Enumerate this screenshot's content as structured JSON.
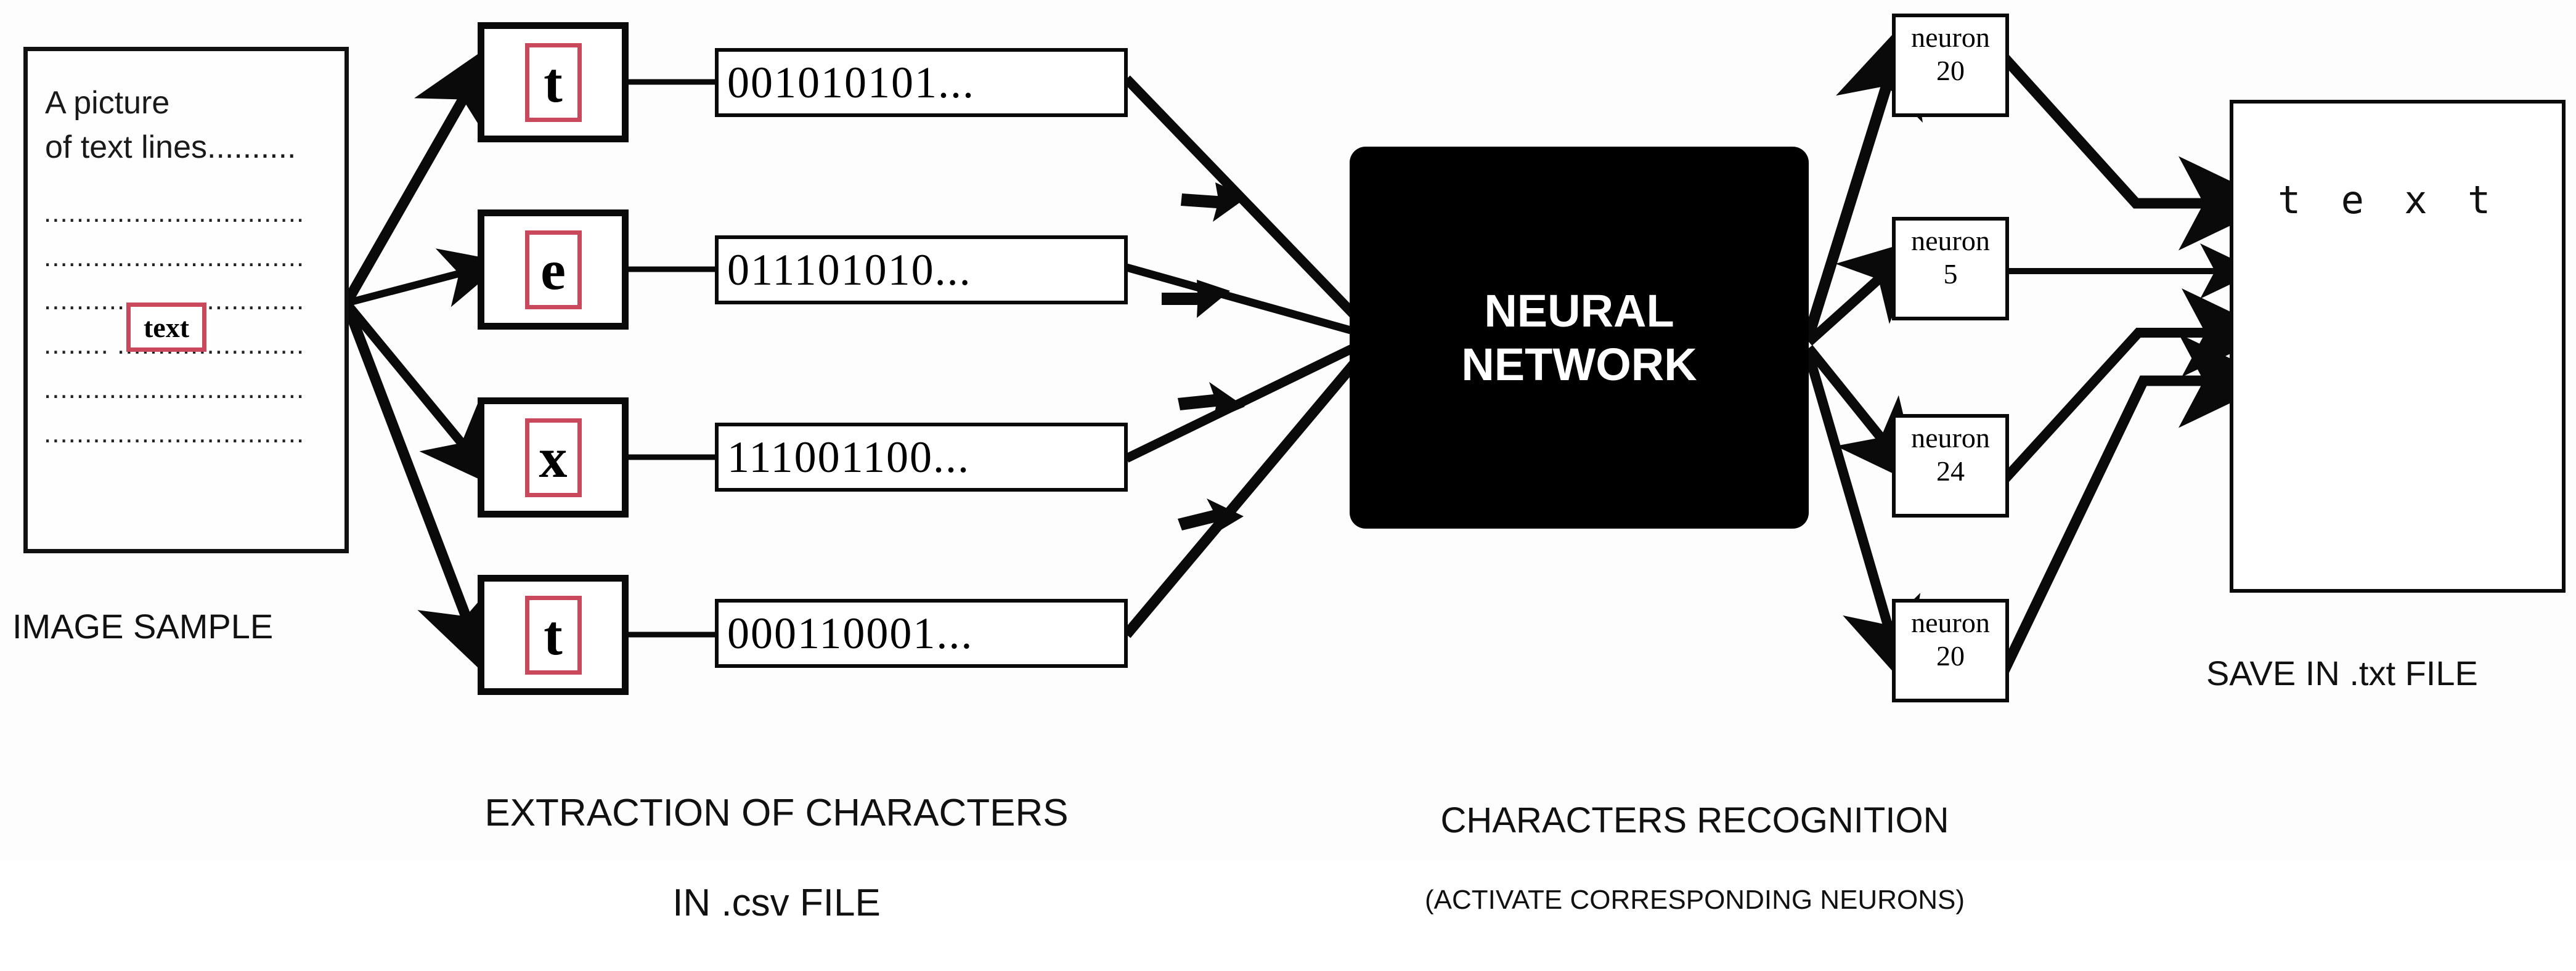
{
  "diagram": {
    "title": "OCR pipeline diagram",
    "colors": {
      "ink": "#111111",
      "red_highlight": "#c9485b",
      "nn_fill": "#000000",
      "nn_text": "#ffffff",
      "page": "#ffffff"
    }
  },
  "image_sample": {
    "label": "IMAGE SAMPLE",
    "lines": [
      "A picture",
      "of text lines.........."
    ],
    "dotted_lines": [
      "................................",
      "................................",
      "................................",
      "........        .......................",
      "................................",
      "................................"
    ],
    "highlight_word": "text"
  },
  "extraction": {
    "caption_line1": "EXTRACTION OF CHARACTERS",
    "caption_line2": "IN .csv FILE",
    "items": [
      {
        "char": "t",
        "binary": "001010101..."
      },
      {
        "char": "e",
        "binary": "011101010..."
      },
      {
        "char": "x",
        "binary": "111001100..."
      },
      {
        "char": "t",
        "binary": "000110001..."
      }
    ]
  },
  "recognition": {
    "nn_label_line1": "NEURAL",
    "nn_label_line2": "NETWORK",
    "caption_line1": "CHARACTERS RECOGNITION",
    "caption_line2": "(ACTIVATE CORRESPONDING NEURONS)",
    "neurons": [
      {
        "name": "neuron",
        "number": "20"
      },
      {
        "name": "neuron",
        "number": "5"
      },
      {
        "name": "neuron",
        "number": "24"
      },
      {
        "name": "neuron",
        "number": "20"
      }
    ]
  },
  "output": {
    "text": "t e x t",
    "label": "SAVE IN .txt FILE"
  }
}
